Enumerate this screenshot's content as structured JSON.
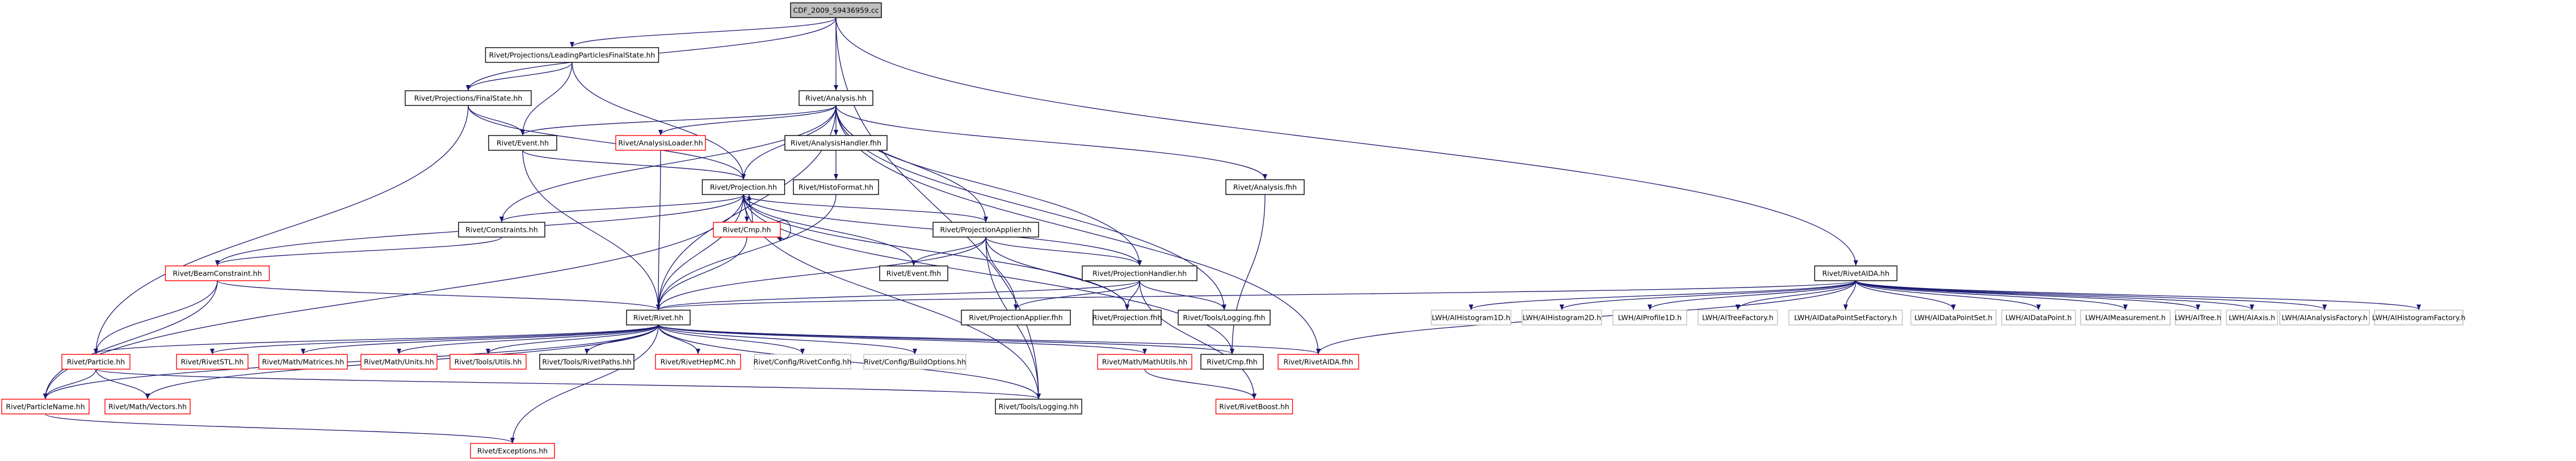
{
  "colors": {
    "edge": "#191970",
    "border_normal": "#000000",
    "border_missing": "#ff0000",
    "border_external": "#bfbfbf",
    "fill_root": "#bfbfbf",
    "fill_normal": "#ffffff"
  },
  "nodes": {
    "root": "CDF_2009_S9436959.cc",
    "leadFS": "Rivet/Projections/LeadingParticlesFinalState.hh",
    "fs": "Rivet/Projections/FinalState.hh",
    "analysis": "Rivet/Analysis.hh",
    "event": "Rivet/Event.hh",
    "analysisLoader": "Rivet/AnalysisLoader.hh",
    "analysisHandlerFhh": "Rivet/AnalysisHandler.fhh",
    "histoFormat": "Rivet/HistoFormat.hh",
    "analysisFhh": "Rivet/Analysis.fhh",
    "projection": "Rivet/Projection.hh",
    "constraints": "Rivet/Constraints.hh",
    "cmp": "Rivet/Cmp.hh",
    "projApplier": "Rivet/ProjectionApplier.hh",
    "eventFhh": "Rivet/Event.fhh",
    "projHandler": "Rivet/ProjectionHandler.hh",
    "beamConstraint": "Rivet/BeamConstraint.hh",
    "rivetAida": "Rivet/RivetAIDA.hh",
    "rivet": "Rivet/Rivet.hh",
    "projApplierFhh": "Rivet/ProjectionApplier.fhh",
    "projectionFhh": "Rivet/Projection.fhh",
    "toolsLoggingFhh": "Rivet/Tools/Logging.fhh",
    "cmpFhh": "Rivet/Cmp.fhh",
    "rivetAidaFhh": "Rivet/RivetAIDA.fhh",
    "particle": "Rivet/Particle.hh",
    "rivetStl": "Rivet/RivetSTL.hh",
    "matrices": "Rivet/Math/Matrices.hh",
    "units": "Rivet/Math/Units.hh",
    "toolsUtils": "Rivet/Tools/Utils.hh",
    "rivetPaths": "Rivet/Tools/RivetPaths.hh",
    "rivetHepMC": "Rivet/RivetHepMC.hh",
    "rivetConfig": "Rivet/Config/RivetConfig.hh",
    "buildOptions": "Rivet/Config/BuildOptions.hh",
    "mathUtils": "Rivet/Math/MathUtils.hh",
    "particleName": "Rivet/ParticleName.hh",
    "vectors": "Rivet/Math/Vectors.hh",
    "toolsLogging": "Rivet/Tools/Logging.hh",
    "rivetBoost": "Rivet/RivetBoost.hh",
    "exceptions": "Rivet/Exceptions.hh",
    "h1d": "LWH/AIHistogram1D.h",
    "h2d": "LWH/AIHistogram2D.h",
    "p1d": "LWH/AIProfile1D.h",
    "treeFactory": "LWH/AITreeFactory.h",
    "dpsFactory": "LWH/AIDataPointSetFactory.h",
    "dps": "LWH/AIDataPointSet.h",
    "dp": "LWH/AIDataPoint.h",
    "measurement": "LWH/AIMeasurement.h",
    "tree": "LWH/AITree.h",
    "axis": "LWH/AIAxis.h",
    "analysisFactory": "LWH/AIAnalysisFactory.h",
    "histFactory": "LWH/AIHistogramFactory.h"
  }
}
